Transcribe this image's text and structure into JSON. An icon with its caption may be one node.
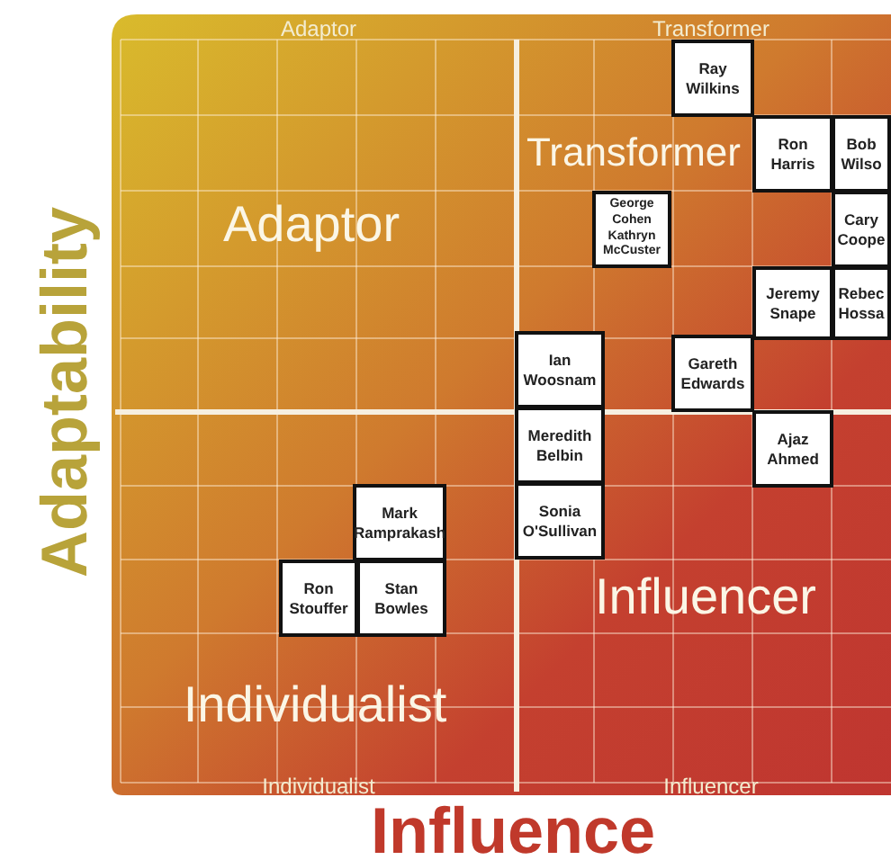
{
  "diagram": {
    "nodes": [
      {
        "text": [
          "Ray Wilkins"
        ]
      },
      {
        "text": [
          "Ron Harris"
        ]
      },
      {
        "text": [
          "Bob Wilso"
        ]
      },
      {
        "text": [
          "George Cohen Kathryn McCuster"
        ]
      },
      {
        "text": [
          "Cary Coope"
        ]
      },
      {
        "text": [
          "Jeremy Snape"
        ]
      },
      {
        "text": [
          "Rebec Hossa"
        ]
      },
      {
        "text": [
          "Ian Woosnam"
        ]
      },
      {
        "text": [
          "Gareth Edwards"
        ]
      },
      {
        "text": [
          "Meredith Belbin"
        ]
      },
      {
        "text": [
          "Ajaz Ahmed"
        ]
      },
      {
        "text": [
          "Sonia O'Sullivan"
        ]
      },
      {
        "text": [
          "Mark Ramprakash"
        ]
      },
      {
        "text": [
          "Ron Stouffer"
        ]
      },
      {
        "text": [
          "Stan Bowles"
        ]
      }
    ],
    "labels": [
      "Adaptor",
      "Transformer",
      "Adaptor",
      "Transformer",
      "Individualist",
      "Influencer",
      "Individualist",
      "Influencer",
      "Adaptability",
      "Influence"
    ]
  }
}
